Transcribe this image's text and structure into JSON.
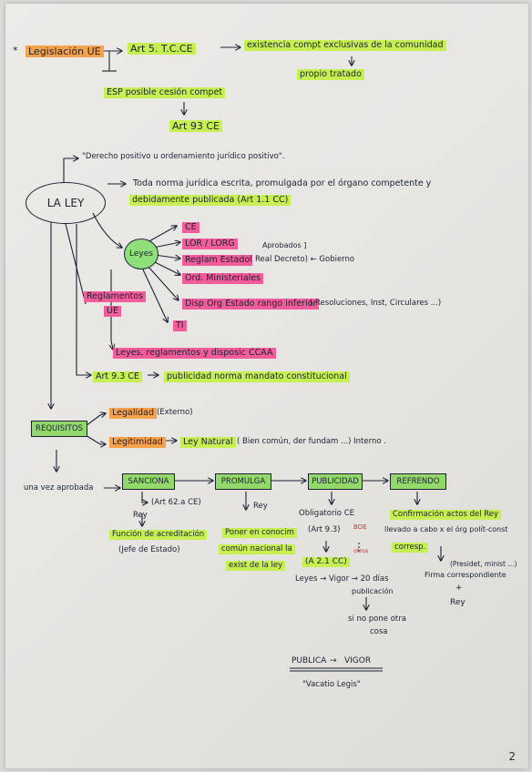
{
  "notes": {
    "l1_star": "*",
    "l1_legis": "Legislación UE",
    "l1_art5": "Art 5. T.C.CE",
    "l1_exist": "existencia compt exclusivas de la comunidad",
    "l1_propio": "propio tratado",
    "l2_esp": "ESP posible cesión compet",
    "l2_art93": "Art 93 CE",
    "d_derecho": "\"Derecho positivo u ordenamiento jurídico positivo\".",
    "d_toda1": "Toda norma jurídica escrita, promulgada por el órgano competente y",
    "d_toda2": "debidamente publicada (Art 1.1 CC)",
    "oval_ley": "LA LEY",
    "oval_leyes": "Leyes",
    "ce": "CE",
    "lor": "LOR / LORG",
    "aprobados": "Aprobados ]",
    "reglam": "Reglam Estado",
    "real_dec": "( Real Decreto) ← Gobierno",
    "ord": "Ord. Ministeriales",
    "reglamentos": "Reglamentos",
    "ue": "UE",
    "disp": "Disp Org Estado rango inferior",
    "resol": "( Resoluciones, Inst, Circulares ...)",
    "ti": "TI",
    "ccaa": "Leyes, reglamentos y disposic CCAA",
    "art93ce": "Art 9.3 CE",
    "publicidad_normas": "publicidad normas",
    "mandato": "mandato constitucional",
    "requisitos": "REQUISITOS",
    "legalidad": "Legalidad",
    "externo": "(Externo)",
    "legitimidad": "Legitimidad",
    "ley_natural": "Ley Natural",
    "bien": "( Bien común, der fundam ...) Interno .",
    "una_vez": "una vez aprobada",
    "sanciona": "SANCIONA",
    "promulga": "PROMULGA",
    "publicidad": "PUBLICIDAD",
    "refrendo": "REFRENDO",
    "art62": "(Art 62.a CE)",
    "rey1": "Rey",
    "rey2": "Rey",
    "funcion1": "Función de acreditación",
    "funcion2": "(Jefe de Estado)",
    "poner1": "Poner en conocim",
    "poner2": "común nacional la",
    "poner3": "exist de la ley",
    "oblig": "Obligatorio CE",
    "art91": "(Art 9.3)",
    "boe": "BOE",
    "otros": "otros",
    "ca21": "(A 2.1 CC)",
    "leyes_vigor": "Leyes → Vigor → 20 días",
    "publicacion": "publicación",
    "si_no": "si no pone otra",
    "cosa": "cosa",
    "confirm1": "Confirmación actos del Rey",
    "confirm2": "llevado a cabo x el órg polít-const",
    "confirm3": "corresp.",
    "presid": "(Presidet, minist ...)",
    "firma": "Firma correspondiente",
    "plus": "+",
    "rey3": "Rey",
    "publica": "PUBLICA",
    "vigor": "VIGOR",
    "vacatio": "\"Vacatio Legis\"",
    "page_num": "2"
  },
  "colors": {
    "ink": "#1c2233",
    "orange": "#f7a14a",
    "green": "#c6ef52",
    "pink": "#f25c9a",
    "lime": "#8fe07a",
    "box_green": "#93d86a"
  }
}
